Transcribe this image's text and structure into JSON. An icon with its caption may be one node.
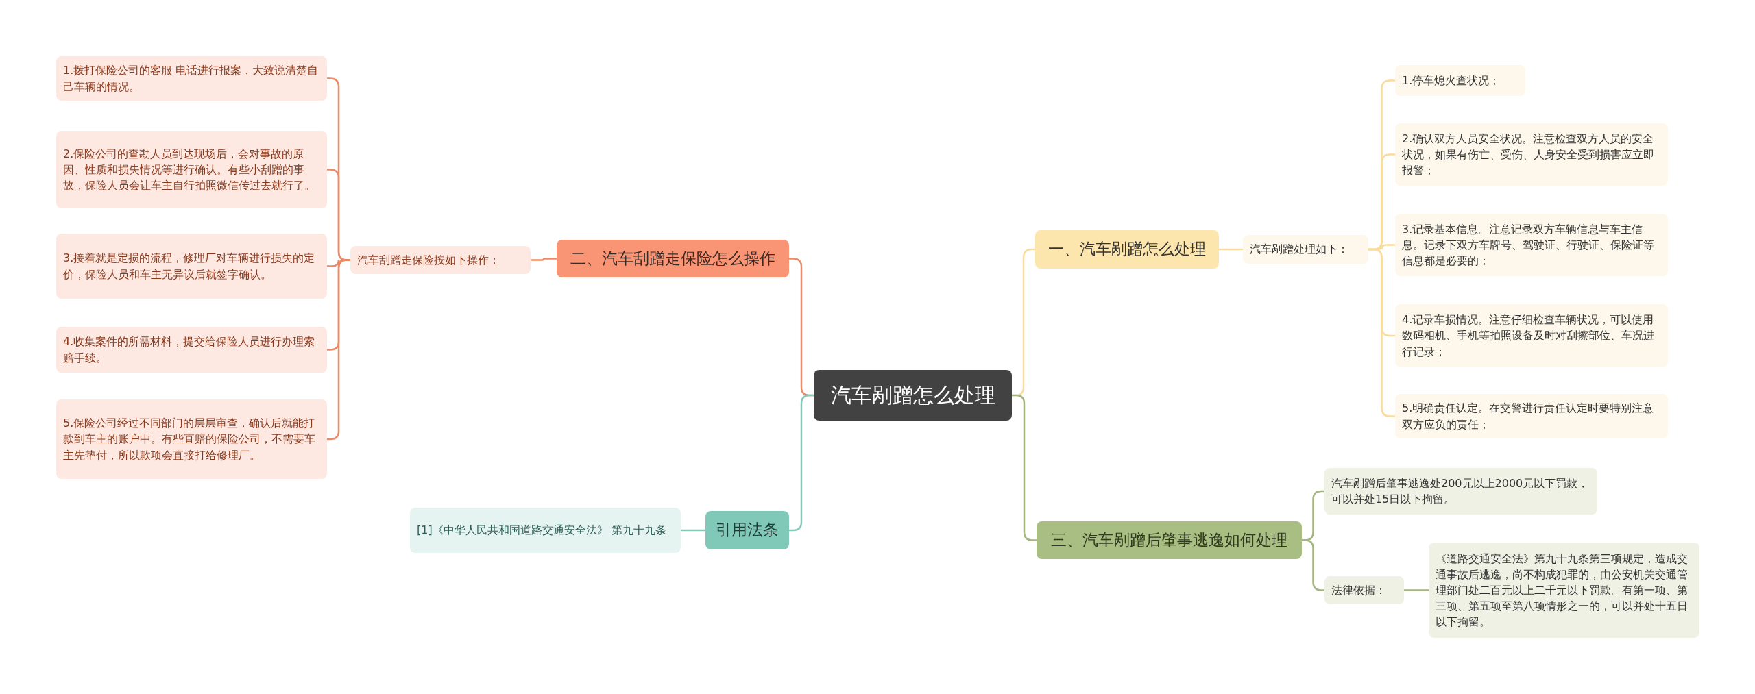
{
  "diagram": {
    "nodes": [
      {
        "text": [
          "汽车剐蹭怎么处理"
        ]
      },
      {
        "text": [
          "一、汽车剐蹭怎么处理"
        ]
      },
      {
        "text": [
          "汽车剐蹭处理如下："
        ]
      },
      {
        "text": [
          "1.停车熄火查状况；"
        ]
      },
      {
        "text": [
          "2.确认双方人员安全状况。注意检查双方人员的安全状况，如果有伤亡、受伤、人身安全受到损害应立即报警；"
        ]
      },
      {
        "text": [
          "3.记录基本信息。注意记录双方车辆信息与车主信息。记录下双方车牌号、驾驶证、行驶证、保险证等信息都是必要的；"
        ]
      },
      {
        "text": [
          "4.记录车损情况。注意仔细检查车辆状况，可以使用数码相机、手机等拍照设备及时对刮擦部位、车况进行记录；"
        ]
      },
      {
        "text": [
          "5.明确责任认定。在交警进行责任认定时要特别注意双方应负的责任；"
        ]
      },
      {
        "text": [
          "二、汽车刮蹭走保险怎么操作"
        ]
      },
      {
        "text": [
          "汽车刮蹭走保险按如下操作："
        ]
      },
      {
        "text": [
          "1.拨打保险公司的客服 电话进行报案，大致说清楚自己车辆的情况。"
        ]
      },
      {
        "text": [
          "2.保险公司的查勘人员到达现场后，会对事故的原因、性质和损失情况等进行确认。有些小刮蹭的事故，保险人员会让车主自行拍照微信传过去就行了。"
        ]
      },
      {
        "text": [
          "3.接着就是定损的流程，修理厂对车辆进行损失的定价，保险人员和车主无异议后就签字确认。"
        ]
      },
      {
        "text": [
          "4.收集案件的所需材料，提交给保险人员进行办理索赔手续。"
        ]
      },
      {
        "text": [
          "5.保险公司经过不同部门的层层审查，确认后就能打款到车主的账户中。有些直赔的保险公司，不需要车主先垫付，所以款项会直接打给修理厂。"
        ]
      },
      {
        "text": [
          "三、汽车剐蹭后肇事逃逸如何处理"
        ]
      },
      {
        "text": [
          "汽车剐蹭后肇事逃逸处200元以上2000元以下罚款，可以并处15日以下拘留。"
        ]
      },
      {
        "text": [
          "法律依据："
        ]
      },
      {
        "text": [
          "《道路交通安全法》第九十九条第三项规定，造成交通事故后逃逸，尚不构成犯罪的，由公安机关交通管理部门处二百元以上二千元以下罚款。有第一项、第三项、第五项至第八项情形之一的，可以并处十五日以下拘留。"
        ]
      },
      {
        "text": [
          "引用法条"
        ]
      },
      {
        "text": [
          "[1]《中华人民共和国道路交通安全法》 第九十九条"
        ]
      }
    ],
    "edges": [
      {
        "from": 0,
        "to": 1,
        "arrow": "none",
        "color": "#f9dc9c"
      },
      {
        "from": 1,
        "to": 2,
        "arrow": "none",
        "color": "#f9dc9c"
      },
      {
        "from": 2,
        "to": 3,
        "arrow": "none",
        "color": "#f9dc9c"
      },
      {
        "from": 2,
        "to": 4,
        "arrow": "none",
        "color": "#f9dc9c"
      },
      {
        "from": 2,
        "to": 5,
        "arrow": "none",
        "color": "#f9dc9c"
      },
      {
        "from": 2,
        "to": 6,
        "arrow": "none",
        "color": "#f9dc9c"
      },
      {
        "from": 2,
        "to": 7,
        "arrow": "none",
        "color": "#f9dc9c"
      },
      {
        "from": 0,
        "to": 8,
        "arrow": "none",
        "color": "#ee8a68"
      },
      {
        "from": 8,
        "to": 9,
        "arrow": "none",
        "color": "#ee8a68"
      },
      {
        "from": 9,
        "to": 10,
        "arrow": "none",
        "color": "#ee8a68"
      },
      {
        "from": 9,
        "to": 11,
        "arrow": "none",
        "color": "#ee8a68"
      },
      {
        "from": 9,
        "to": 12,
        "arrow": "none",
        "color": "#ee8a68"
      },
      {
        "from": 9,
        "to": 13,
        "arrow": "none",
        "color": "#ee8a68"
      },
      {
        "from": 9,
        "to": 14,
        "arrow": "none",
        "color": "#ee8a68"
      },
      {
        "from": 0,
        "to": 15,
        "arrow": "none",
        "color": "#a3b67f"
      },
      {
        "from": 15,
        "to": 16,
        "arrow": "none",
        "color": "#a3b67f"
      },
      {
        "from": 15,
        "to": 17,
        "arrow": "none",
        "color": "#a3b67f"
      },
      {
        "from": 17,
        "to": 18,
        "arrow": "none",
        "color": "#a3b67f"
      },
      {
        "from": 0,
        "to": 19,
        "arrow": "none",
        "color": "#86c9b9"
      },
      {
        "from": 19,
        "to": 20,
        "arrow": "none",
        "color": "#86c9b9"
      }
    ]
  }
}
